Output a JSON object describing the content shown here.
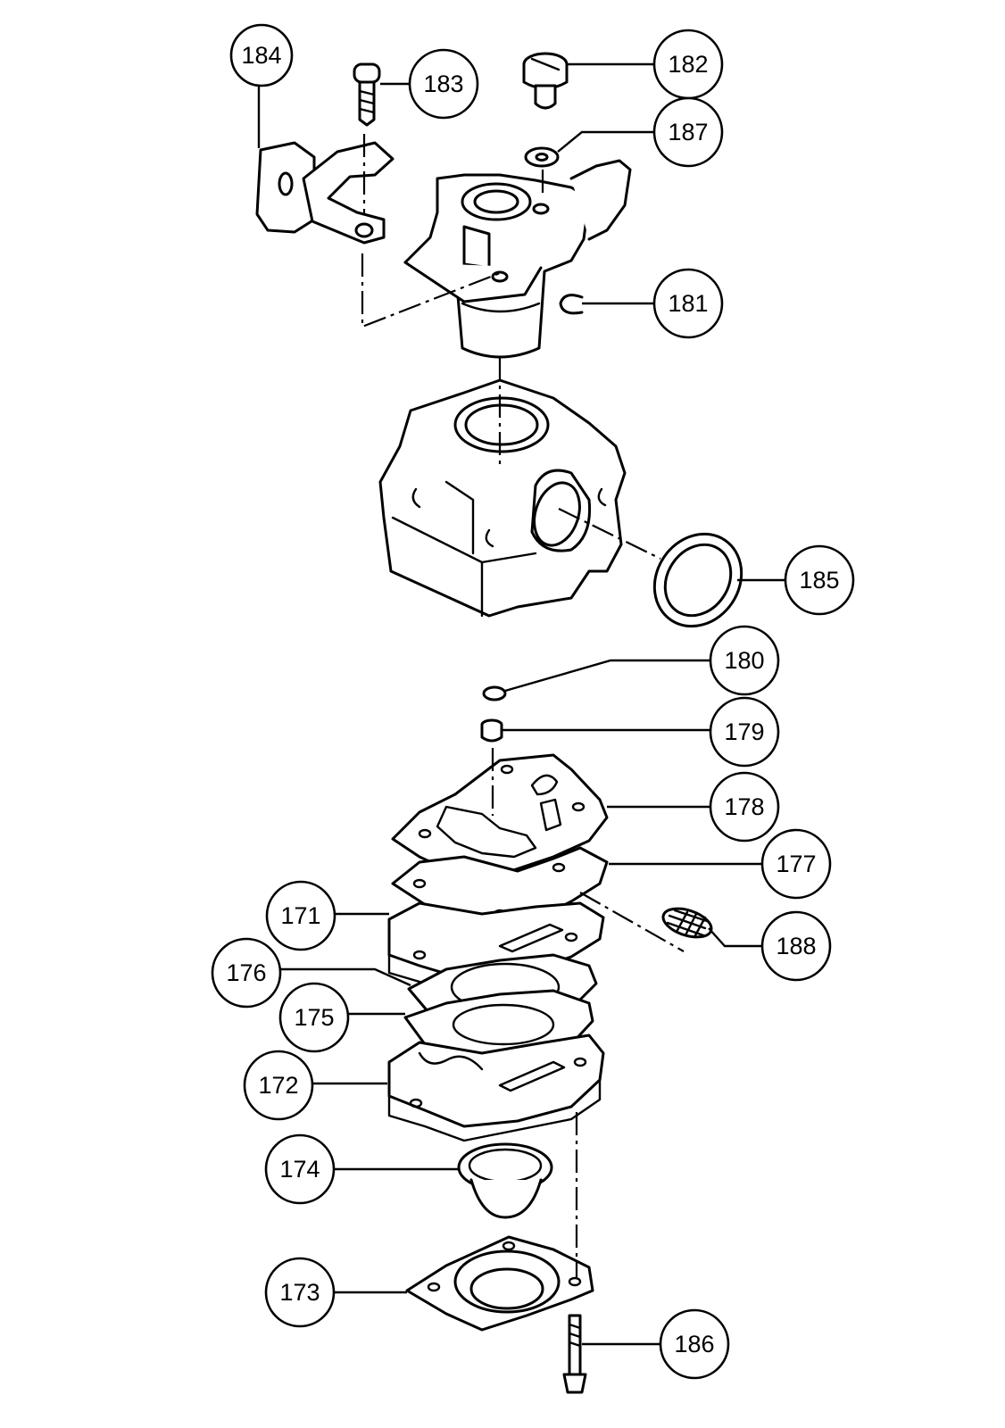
{
  "callouts": [
    {
      "id": "184",
      "label": "184"
    },
    {
      "id": "183",
      "label": "183"
    },
    {
      "id": "182",
      "label": "182"
    },
    {
      "id": "187",
      "label": "187"
    },
    {
      "id": "181",
      "label": "181"
    },
    {
      "id": "185",
      "label": "185"
    },
    {
      "id": "180",
      "label": "180"
    },
    {
      "id": "179",
      "label": "179"
    },
    {
      "id": "178",
      "label": "178"
    },
    {
      "id": "177",
      "label": "177"
    },
    {
      "id": "171",
      "label": "171"
    },
    {
      "id": "188",
      "label": "188"
    },
    {
      "id": "176",
      "label": "176"
    },
    {
      "id": "175",
      "label": "175"
    },
    {
      "id": "172",
      "label": "172"
    },
    {
      "id": "174",
      "label": "174"
    },
    {
      "id": "173",
      "label": "173"
    },
    {
      "id": "186",
      "label": "186"
    }
  ],
  "colors": {
    "line": "#000000",
    "background": "#ffffff"
  }
}
